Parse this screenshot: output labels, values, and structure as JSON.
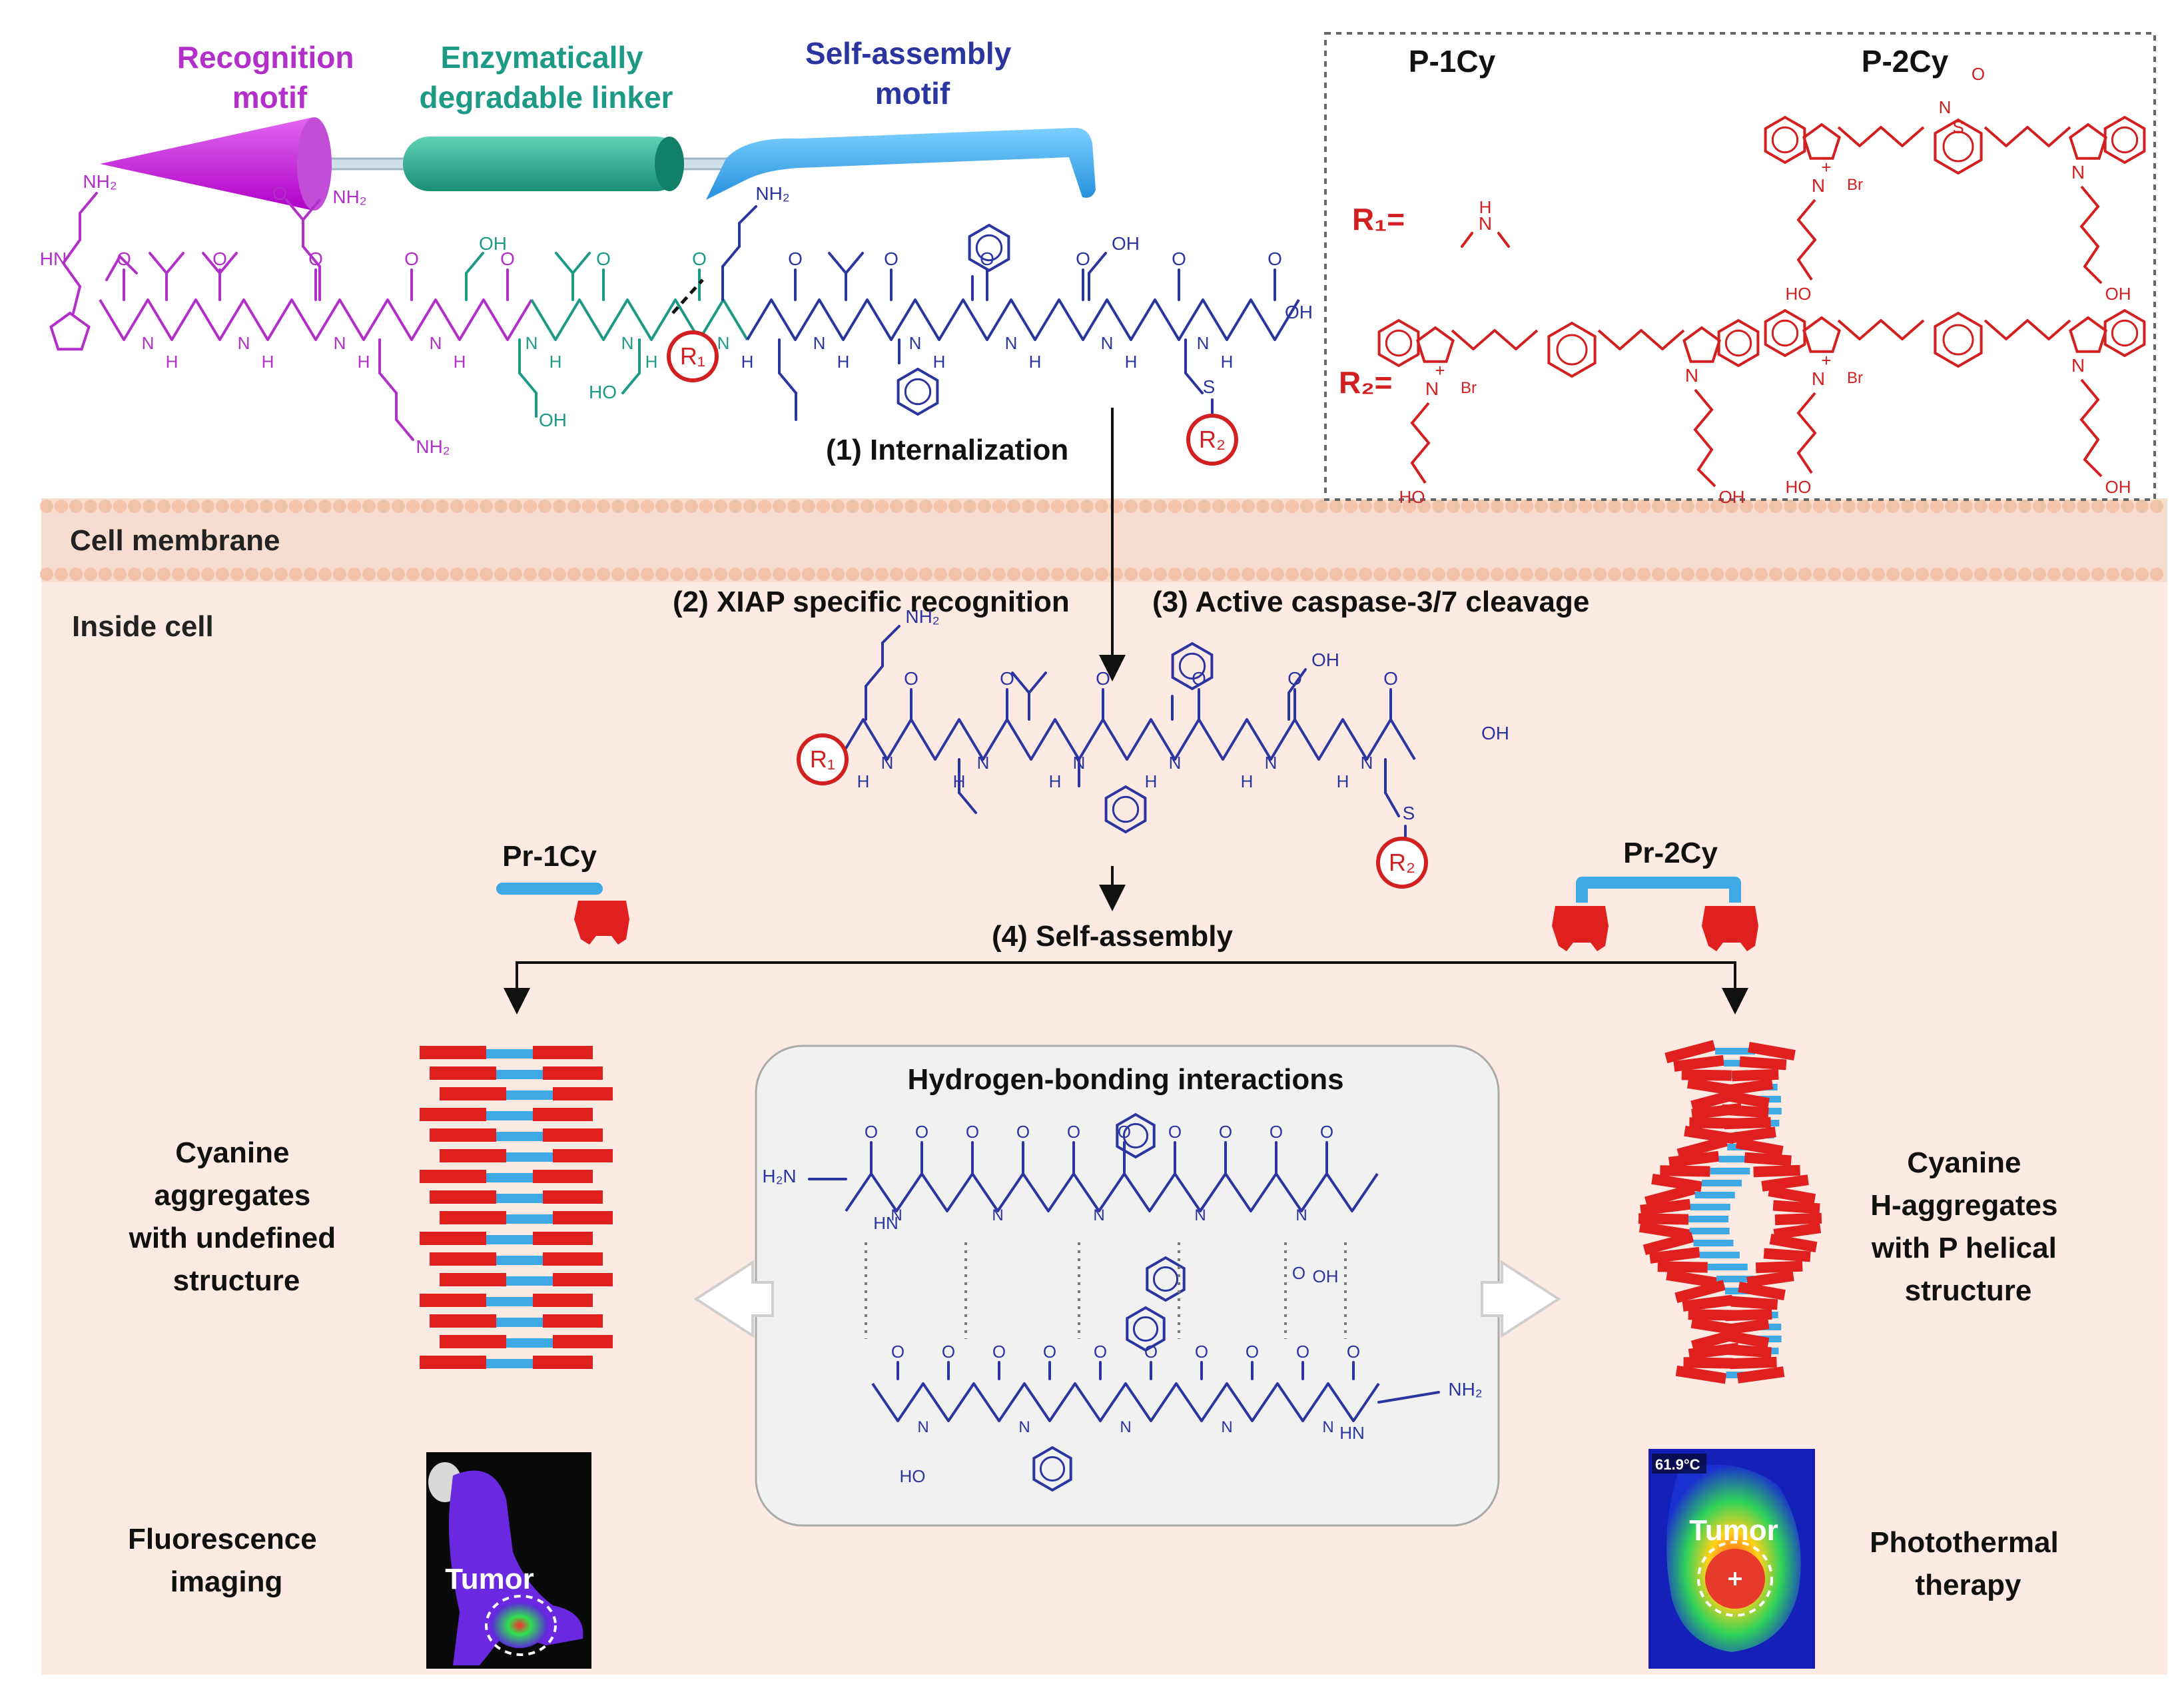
{
  "header": {
    "recognition": [
      "Recognition",
      "motif"
    ],
    "linker": [
      "Enzymatically",
      "degradable linker"
    ],
    "assembly": [
      "Self-assembly",
      "motif"
    ]
  },
  "inset": {
    "p1cy": "P-1Cy",
    "p2cy": "P-2Cy",
    "r1_label": "R₁=",
    "r2_label": "R₂="
  },
  "atoms": {
    "nh2": "NH₂",
    "oh": "OH",
    "ho": "HO",
    "hn": "HN",
    "h2n": "H₂N",
    "h": "H",
    "n": "N",
    "s": "S",
    "o": "O",
    "br": "Br",
    "r1": "R₁",
    "r2": "R₂",
    "plus": "+"
  },
  "steps": {
    "internalization": "(1) Internalization",
    "xiap": "(2) XIAP specific recognition",
    "caspase": "(3) Active caspase-3/7 cleavage",
    "self_assembly": "(4) Self-assembly"
  },
  "regions": {
    "membrane": "Cell membrane",
    "inside": "Inside cell"
  },
  "products": {
    "pr1cy": "Pr-1Cy",
    "pr2cy": "Pr-2Cy"
  },
  "hbond": {
    "title": "Hydrogen-bonding interactions"
  },
  "left_result": {
    "description": [
      "Cyanine",
      "aggregates",
      "with undefined",
      "structure"
    ],
    "application": [
      "Fluorescence",
      "imaging"
    ],
    "photo_label": "Tumor"
  },
  "right_result": {
    "description": [
      "Cyanine",
      "H-aggregates",
      "with P helical",
      "structure"
    ],
    "application": [
      "Photothermal",
      "therapy"
    ],
    "photo_label": "Tumor",
    "temperature": "61.9°C"
  },
  "colors": {
    "recognition": "#b22fc9",
    "linker": "#1d9a86",
    "assembly": "#2a35a0",
    "dye": "#d21f1f",
    "cyan_block": "#3fa9e6",
    "membrane_bg": "#f7ddd0",
    "membrane_bead": "#f2c2aa",
    "cell_bg": "#fdeae2",
    "panel_bg": "#f1f1f1"
  }
}
